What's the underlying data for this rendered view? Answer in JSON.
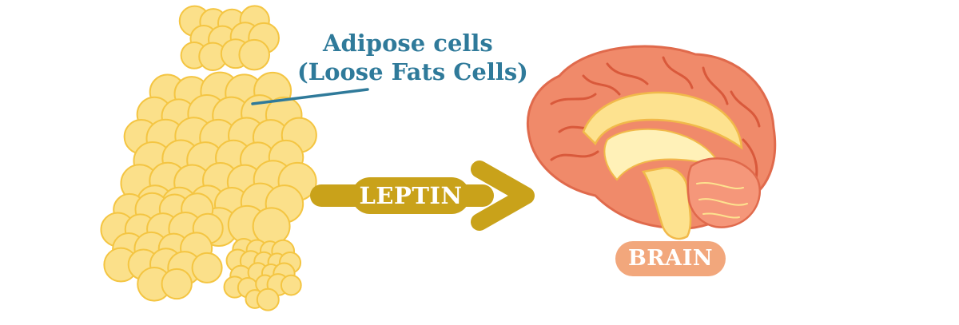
{
  "diagram": {
    "callout": {
      "line1": "Adipose cells",
      "line2": "(Loose Fats Cells)"
    },
    "arrow_label": "LEPTIN",
    "target_label": "BRAIN"
  },
  "colors": {
    "fat_cell_fill": "#fbe08a",
    "fat_cell_outline": "#f4c542",
    "callout_text": "#2f7a9a",
    "arrow": "#c9a21a",
    "brain_outer": "#f08a6a",
    "brain_inner": "#fde28f",
    "brain_label_bg": "#f2a77c"
  },
  "icons": [
    "fat-cells-cluster-icon",
    "brain-icon",
    "arrow-right-icon"
  ]
}
